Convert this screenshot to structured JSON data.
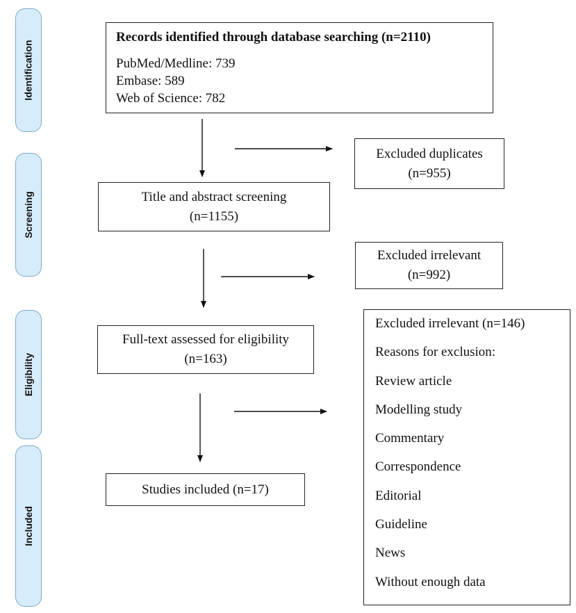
{
  "phases": {
    "identification": "Identification",
    "screening": "Screening",
    "eligibility": "Eligibility",
    "included": "Included"
  },
  "records": {
    "title": "Records identified through database searching (n=2110)",
    "sources": [
      "PubMed/Medline: 739",
      "Embase: 589",
      "Web of Science: 782"
    ]
  },
  "duplicates": {
    "label": "Excluded duplicates",
    "count": "(n=955)"
  },
  "screening_box": {
    "label": "Title and abstract screening",
    "count": "(n=1155)"
  },
  "irrelevant": {
    "label": "Excluded irrelevant",
    "count": "(n=992)"
  },
  "fulltext": {
    "label": "Full-text assessed for eligibility",
    "count": "(n=163)"
  },
  "included_box": {
    "label": "Studies included (n=17)"
  },
  "exclusion": {
    "title": "Excluded irrelevant (n=146)",
    "reasons_heading": "Reasons for exclusion:",
    "reasons": [
      "Review article",
      "Modelling study",
      "Commentary",
      "Correspondence",
      "Editorial",
      "Guideline",
      "News",
      "Without enough data"
    ]
  }
}
